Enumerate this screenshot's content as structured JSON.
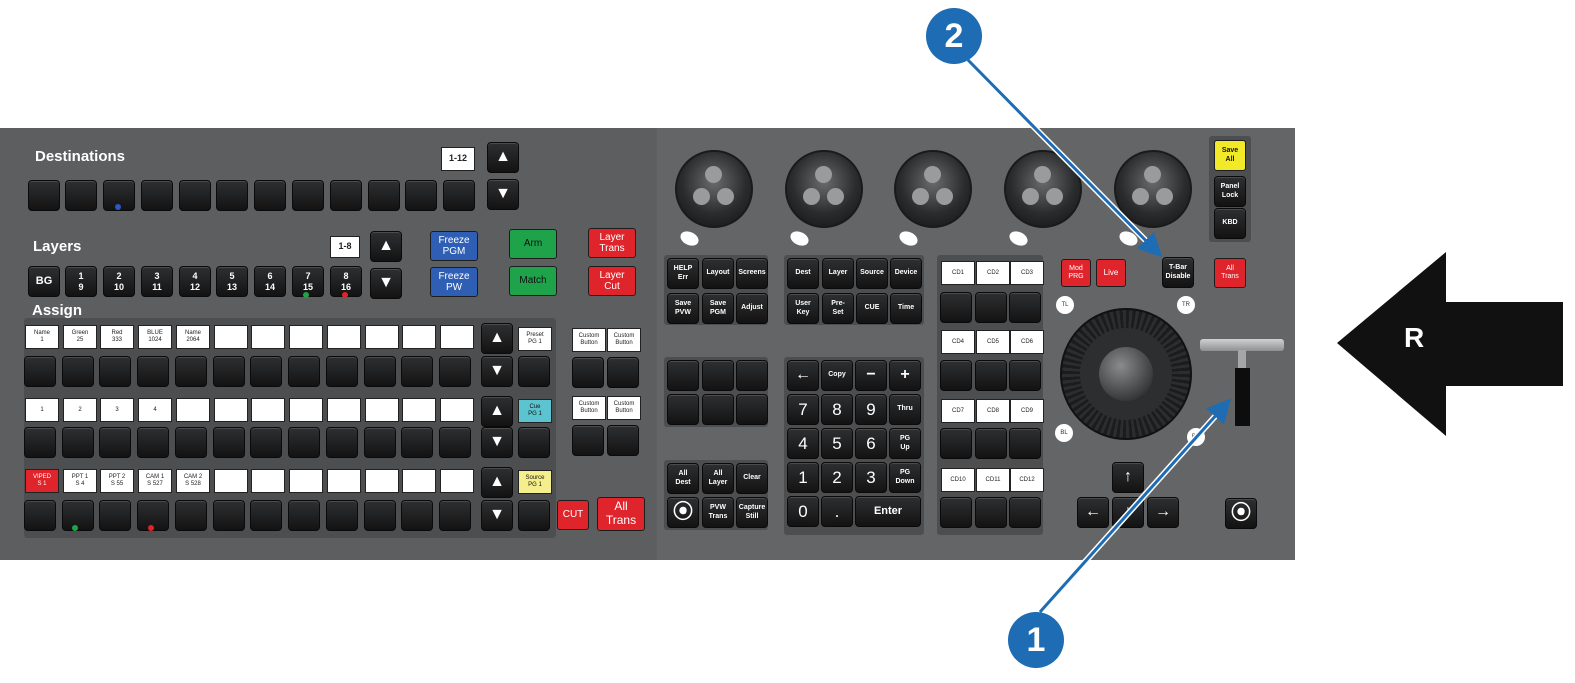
{
  "sections": {
    "destinations": "Destinations",
    "layers": "Layers",
    "assign": "Assign"
  },
  "page_indicators": {
    "destinations": "1-12",
    "layers": "1-8"
  },
  "layer_buttons": [
    "BG",
    "1\n9",
    "2\n10",
    "3\n11",
    "4\n12",
    "5\n13",
    "6\n14",
    "7\n15",
    "8\n16"
  ],
  "center_buttons": {
    "freeze_pgm": "Freeze\nPGM",
    "freeze_pw": "Freeze\nPW",
    "arm": "Arm",
    "match": "Match",
    "layer_trans": "Layer\nTrans",
    "layer_cut": "Layer\nCut",
    "cut": "CUT",
    "all_trans": "All\nTrans"
  },
  "assign_row1": [
    "Name\n1",
    "Green\n25",
    "Red\n333",
    "BLUE\n1024",
    "Name\n2064",
    "",
    "",
    "",
    "",
    "",
    "",
    ""
  ],
  "assign_row2": [
    "1",
    "2",
    "3",
    "4",
    "",
    "",
    "",
    "",
    "",
    "",
    "",
    ""
  ],
  "assign_row3": [
    "VIPED\nS 1",
    "PPT 1\nS 4",
    "PPT 2\nS 55",
    "CAM 1\nS 527",
    "CAM 2\nS 528",
    "",
    "",
    "",
    "",
    "",
    "",
    ""
  ],
  "page_labels": {
    "preset": "Preset\nPG 1",
    "cue": "Cue\nPG 1",
    "source": "Source\nPG 1"
  },
  "custom_buttons": [
    "Custom\nButton",
    "Custom\nButton",
    "Custom\nButton",
    "Custom\nButton"
  ],
  "function_keys": {
    "group1": [
      "HELP\nErr",
      "Layout",
      "Screens",
      "Save\nPVW",
      "Save\nPGM",
      "Adjust"
    ],
    "group2": [
      "Dest",
      "Layer",
      "Source",
      "Device",
      "User\nKey",
      "Pre-\nSet",
      "CUE",
      "Time"
    ],
    "group3": [
      "All\nDest",
      "All\nLayer",
      "Clear",
      "",
      "PVW\nTrans",
      "Capture\nStill"
    ]
  },
  "keypad": [
    "←",
    "Copy",
    "−",
    "+",
    "7",
    "8",
    "9",
    "Thru",
    "4",
    "5",
    "6",
    "PG\nUp",
    "1",
    "2",
    "3",
    "PG\nDown",
    "0",
    ".",
    "Enter"
  ],
  "cue_labels": [
    "CD1",
    "CD2",
    "CD3",
    "CD4",
    "CD5",
    "CD6",
    "CD7",
    "CD8",
    "CD9",
    "CD10",
    "CD11",
    "CD12"
  ],
  "right_keys": {
    "mod_prg": "Mod\nPRG",
    "live": "Live",
    "tbar_disable": "T-Bar\nDisable",
    "all_trans": "All\nTrans",
    "save_all": "Save\nAll",
    "panel_lock": "Panel\nLock",
    "kbd": "KBD"
  },
  "trackball_labels": [
    "TL",
    "TR",
    "BL",
    "BR"
  ],
  "callouts": [
    "1",
    "2"
  ],
  "side_arrow_label": "R",
  "colors": {
    "callout_blue": "#1e6cb4",
    "panel_gray": "#5d5e60",
    "red_key": "#e0242b",
    "green_key": "#1fa34a",
    "blue_key": "#2f5fb4",
    "yellow_key": "#f2ea28"
  }
}
